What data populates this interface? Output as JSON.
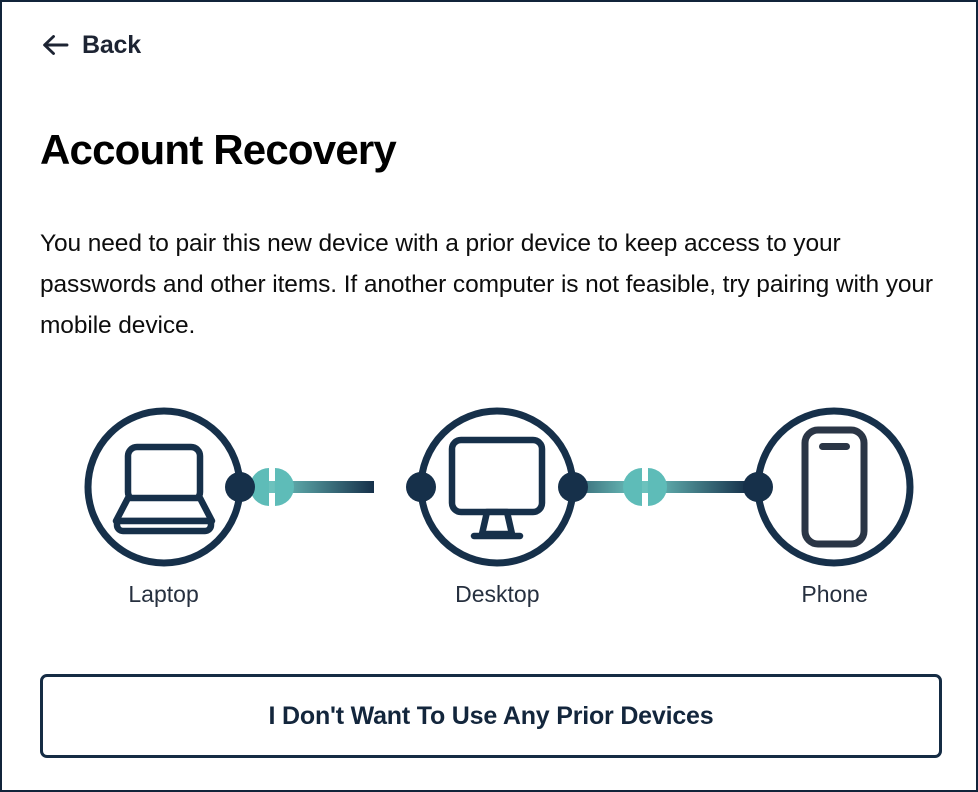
{
  "window": {
    "background": "#ffffff",
    "border_color": "#11243a"
  },
  "nav": {
    "back_label": "Back",
    "back_icon": "arrow-left-icon"
  },
  "main": {
    "title": "Account Recovery",
    "description": "You need to pair this new device with a prior device to keep access to your passwords and other items. If another computer is not feasible, try pairing with your mobile device."
  },
  "diagram": {
    "name": "device-pairing-diagram",
    "node_color": "#16304a",
    "link_accent_color": "#5ebcb8",
    "devices": [
      {
        "id": "laptop",
        "label": "Laptop",
        "icon": "laptop-icon"
      },
      {
        "id": "desktop",
        "label": "Desktop",
        "icon": "desktop-monitor-icon"
      },
      {
        "id": "phone",
        "label": "Phone",
        "icon": "mobile-phone-icon"
      }
    ],
    "links": [
      {
        "from": "laptop",
        "to": "desktop",
        "icon": "link-split-circle-icon"
      },
      {
        "from": "desktop",
        "to": "phone",
        "icon": "link-split-circle-icon"
      }
    ]
  },
  "actions": {
    "decline_label": "I Don't Want To Use Any Prior Devices",
    "decline_border_color": "#152c44"
  }
}
